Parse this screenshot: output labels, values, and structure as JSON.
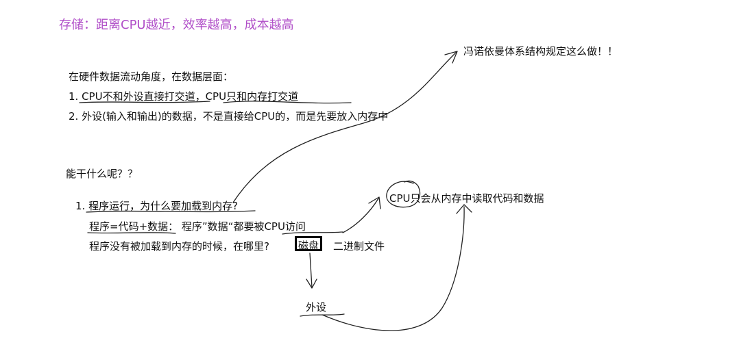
{
  "title": "存储：距离CPU越近，效率越高，成本越高",
  "von_neumann_note": "冯诺依曼体系结构规定这么做！！",
  "hardware": {
    "intro": "在硬件数据流动角度，在数据层面：",
    "point1": "1. CPU不和外设直接打交道，CPU只和内存打交道",
    "point2": "2. 外设(输入和输出)的数据，不是直接给CPU的，而是先要放入内存中"
  },
  "question": "能干什么呢？？",
  "program": {
    "line1": "1. 程序运行，为什么要加载到内存?",
    "line2": "程序=代码+数据：  程序”数据“都要被CPU访问",
    "line3_prefix": "程序没有被加载到内存的时候，在哪里?",
    "disk": "磁盘",
    "line3_suffix": "二进制文件"
  },
  "cpu_note": "CPU只会从内存中读取代码和数据",
  "peripheral": "外设"
}
